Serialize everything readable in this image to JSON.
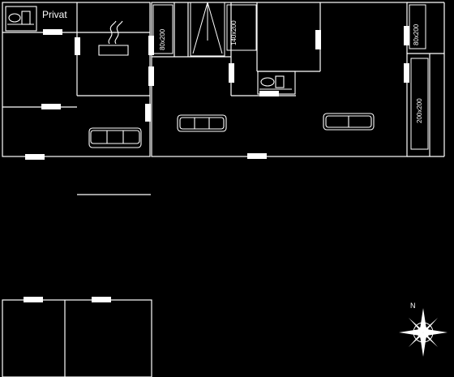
{
  "plan": {
    "private_label": "Privat",
    "dimension_labels": [
      "80x200",
      "140x200",
      "80x200",
      "200x200"
    ],
    "compass_north": "N"
  },
  "colors": {
    "background": "#000000",
    "lines": "#ffffff"
  },
  "icons": [
    "toilet-icon",
    "stove-icon",
    "sofa-icon",
    "compass-rose-icon",
    "stairs-icon"
  ]
}
